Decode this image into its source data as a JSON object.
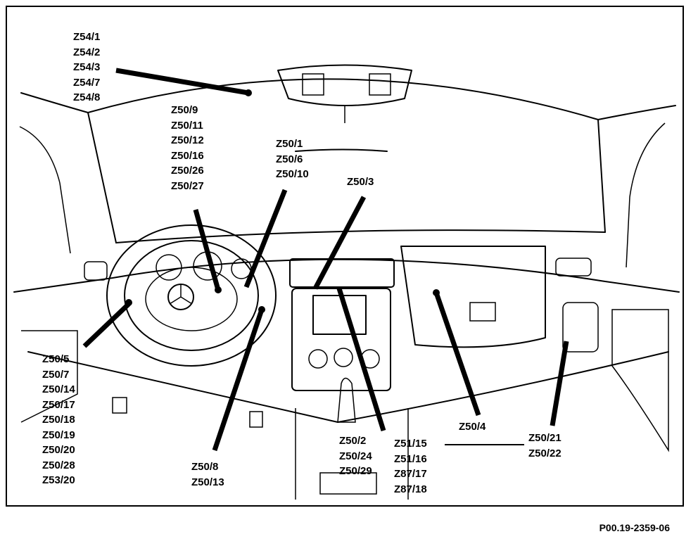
{
  "labels": {
    "group_z54": [
      "Z54/1",
      "Z54/2",
      "Z54/3",
      "Z54/7",
      "Z54/8"
    ],
    "group_z50_9": [
      "Z50/9",
      "Z50/11",
      "Z50/12",
      "Z50/16",
      "Z50/26",
      "Z50/27"
    ],
    "group_z50_1": [
      "Z50/1",
      "Z50/6",
      "Z50/10"
    ],
    "group_z50_3": [
      "Z50/3"
    ],
    "group_z50_5": [
      "Z50/5",
      "Z50/7",
      "Z50/14",
      "Z50/17",
      "Z50/18",
      "Z50/19",
      "Z50/20",
      "Z50/28",
      "Z53/20"
    ],
    "group_z50_8": [
      "Z50/8",
      "Z50/13"
    ],
    "group_z50_2": [
      "Z50/2",
      "Z50/24",
      "Z50/29"
    ],
    "group_z51": [
      "Z51/15",
      "Z51/16",
      "Z87/17",
      "Z87/18"
    ],
    "group_z50_4": [
      "Z50/4"
    ],
    "group_z50_21": [
      "Z50/21",
      "Z50/22"
    ]
  },
  "reference": "P00.19-2359-06"
}
